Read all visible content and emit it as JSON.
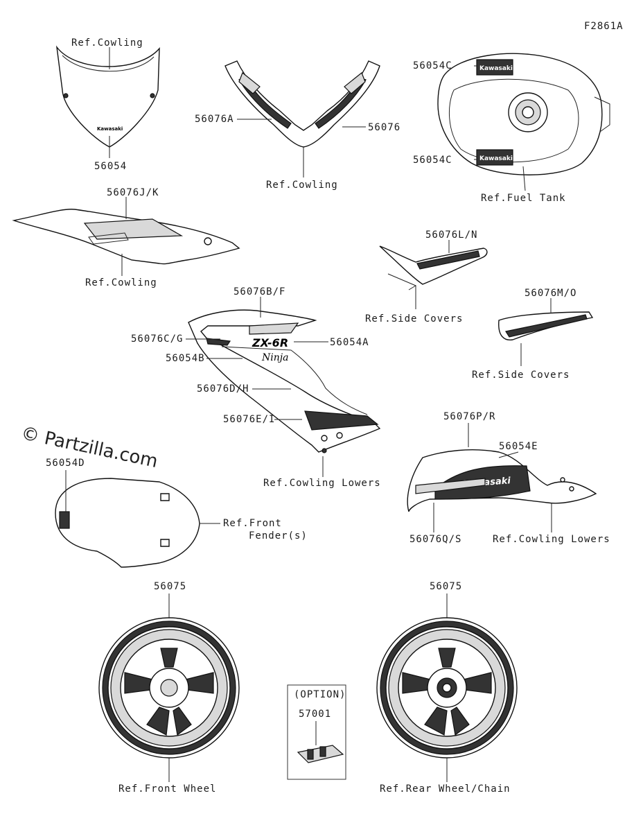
{
  "figure_id": "F2861A",
  "watermark": "© Partzilla.com",
  "labels": {
    "windshield_ref": "Ref.Cowling",
    "windshield_part": "56054",
    "upper_cowl_left": "56076A",
    "upper_cowl_right": "56076",
    "upper_cowl_ref": "Ref.Cowling",
    "tank_top": "56054C",
    "tank_bottom": "56054C",
    "tank_ref": "Ref.Fuel Tank",
    "seat_cowl_part": "56076J/K",
    "seat_cowl_ref": "Ref.Cowling",
    "side_cover1_part": "56076L/N",
    "side_cover1_ref": "Ref.Side Covers",
    "side_cover2_part": "56076M/O",
    "side_cover2_ref": "Ref.Side Covers",
    "fairing_bf": "56076B/F",
    "fairing_cg": "56076C/G",
    "fairing_54a": "56054A",
    "fairing_54b": "56054B",
    "fairing_dh": "56076D/H",
    "fairing_ei": "56076E/I",
    "fairing_ref": "Ref.Cowling Lowers",
    "fender_part": "56054D",
    "fender_ref_line1": "Ref.Front",
    "fender_ref_line2": "Fender(s)",
    "lower_pr": "56076P/R",
    "lower_54e": "56054E",
    "lower_qs": "56076Q/S",
    "lower_ref": "Ref.Cowling Lowers",
    "front_wheel_part": "56075",
    "front_wheel_ref": "Ref.Front Wheel",
    "rear_wheel_part": "56075",
    "rear_wheel_ref": "Ref.Rear Wheel/Chain",
    "option_title": "(OPTION)",
    "option_part": "57001"
  },
  "decal_text": {
    "windshield_logo": "Kawasaki",
    "tank_logo": "Kawasaki",
    "lower_logo": "Kawasaki",
    "fairing_logo": "Ninja"
  },
  "colors": {
    "line": "#222222",
    "fill_dark": "#333333",
    "fill_grey": "#d9d9d9"
  }
}
